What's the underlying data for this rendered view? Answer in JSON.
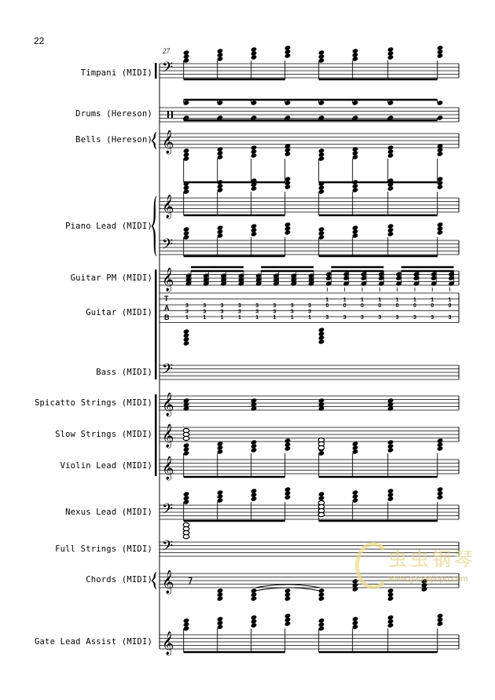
{
  "page_number": "22",
  "measure_number": "27",
  "instruments": [
    {
      "id": "timpani",
      "label": "Timpani (MIDI)"
    },
    {
      "id": "drums",
      "label": "Drums (Hereson)"
    },
    {
      "id": "bells",
      "label": "Bells (Hereson)"
    },
    {
      "id": "piano",
      "label": "Piano Lead (MIDI)"
    },
    {
      "id": "guitar-pm",
      "label": "Guitar PM (MIDI)"
    },
    {
      "id": "guitar",
      "label": "Guitar (MIDI)"
    },
    {
      "id": "bass",
      "label": "Bass (MIDI)"
    },
    {
      "id": "spicatto",
      "label": "Spicatto Strings (MIDI)"
    },
    {
      "id": "slow",
      "label": "Slow Strings (MIDI)"
    },
    {
      "id": "violin",
      "label": "Violin Lead (MIDI)"
    },
    {
      "id": "nexus",
      "label": "Nexus Lead (MIDI)"
    },
    {
      "id": "full",
      "label": "Full Strings (MIDI)"
    },
    {
      "id": "chords",
      "label": "Chords (MIDI)"
    },
    {
      "id": "gate",
      "label": "Gate Lead Assist (MIDI)"
    }
  ],
  "tab": {
    "letters": [
      "T",
      "A",
      "B"
    ],
    "columns": [
      [
        "",
        "3",
        "3",
        "1"
      ],
      [
        "",
        "3",
        "3",
        "1"
      ],
      [
        "",
        "3",
        "3",
        "1"
      ],
      [
        "",
        "3",
        "3",
        "1"
      ],
      [
        "",
        "3",
        "3",
        "1"
      ],
      [
        "",
        "3",
        "3",
        "1"
      ],
      [
        "",
        "3",
        "3",
        "1"
      ],
      [
        "",
        "3",
        "3",
        "1"
      ],
      [
        "1",
        "0",
        "",
        "3"
      ],
      [
        "1",
        "0",
        "",
        "3"
      ],
      [
        "1",
        "0",
        "",
        "3"
      ],
      [
        "1",
        "0",
        "",
        "3"
      ],
      [
        "1",
        "0",
        "",
        "3"
      ],
      [
        "1",
        "0",
        "",
        "3"
      ],
      [
        "1",
        "0",
        "",
        "3"
      ],
      [
        "1",
        "0",
        "",
        "3"
      ]
    ]
  },
  "watermark": {
    "chinese": "虫虫钢琴",
    "url": "www.gangqinpu.com"
  }
}
